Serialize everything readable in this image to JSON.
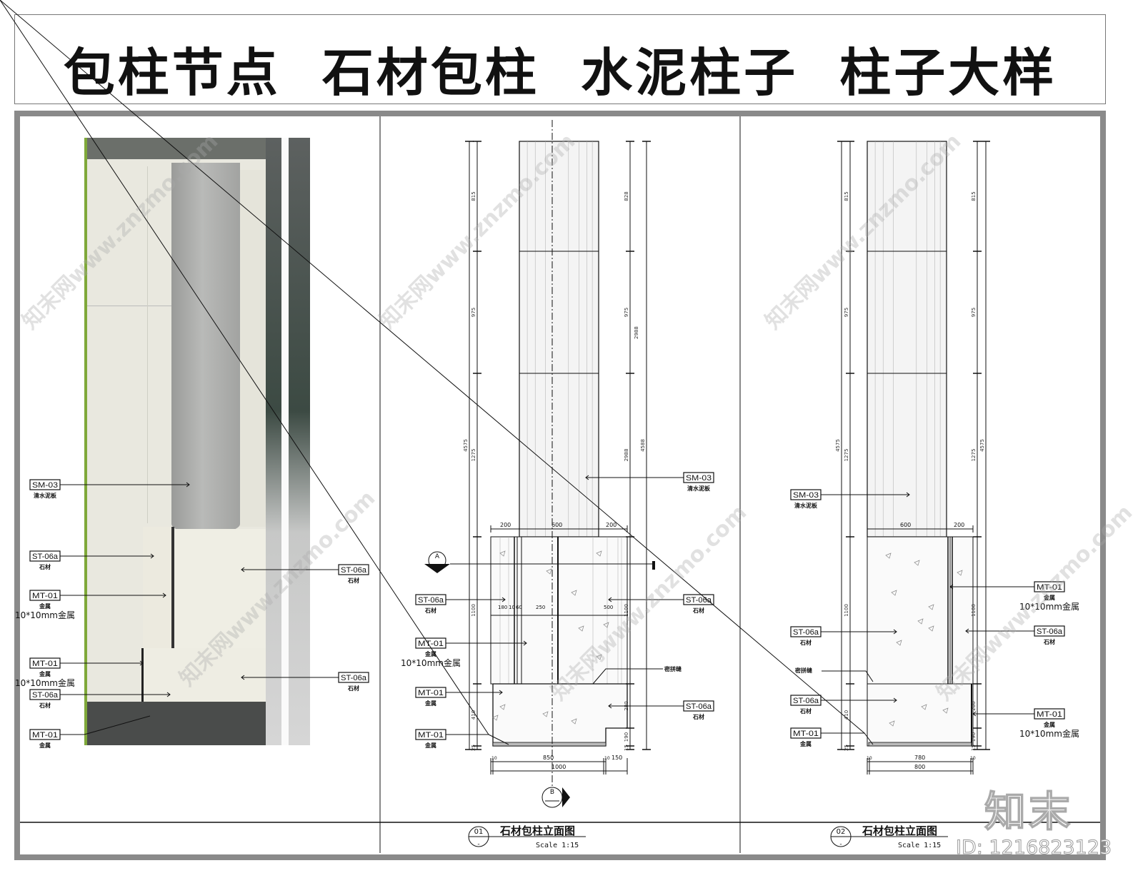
{
  "title": "包柱节点  石材包柱  水泥柱子  柱子大样",
  "note_10mm": "10*10mm金属",
  "joint_label": "密拼缝",
  "section_markers": {
    "a": "A",
    "b": "B",
    "sub": "-"
  },
  "render_callouts": [
    {
      "code": "SM-03",
      "sub": "清水泥板"
    },
    {
      "code": "ST-06a",
      "sub": "石材"
    },
    {
      "code": "MT-01",
      "sub": "金属",
      "note": "10*10mm金属"
    },
    {
      "code": "MT-01",
      "sub": "金属",
      "note": "10*10mm金属"
    },
    {
      "code": "ST-06a",
      "sub": "石材"
    },
    {
      "code": "MT-01",
      "sub": "金属"
    },
    {
      "code": "ST-06a",
      "sub": "石材"
    },
    {
      "code": "ST-06a",
      "sub": "石材"
    }
  ],
  "drawings": [
    {
      "number": "01",
      "title": "石材包柱立面图",
      "scale": "Scale 1:15",
      "callouts": [
        {
          "code": "SM-03",
          "sub": "清水泥板"
        },
        {
          "code": "ST-06a",
          "sub": "石材"
        },
        {
          "code": "MT-01",
          "sub": "金属",
          "note": "10*10mm金属"
        },
        {
          "code": "MT-01",
          "sub": "金属"
        },
        {
          "code": "MT-01",
          "sub": "金属"
        },
        {
          "code": "ST-06a",
          "sub": "石材"
        },
        {
          "code": "ST-06a",
          "sub": "石材"
        }
      ],
      "dims_left": [
        "815",
        "975",
        "1275",
        "4575",
        "1100",
        "410",
        "25"
      ],
      "dims_right": [
        "828",
        "975",
        "2988",
        "4588",
        "1100",
        "280",
        "190",
        "15"
      ],
      "dims_top": [
        "200",
        "600",
        "200"
      ],
      "dims_mid": [
        "180",
        "10",
        "60",
        "250",
        "500"
      ],
      "dims_bottom": [
        "10",
        "850",
        "10",
        "150",
        "1000"
      ]
    },
    {
      "number": "02",
      "title": "石材包柱立面图",
      "scale": "Scale 1:15",
      "callouts": [
        {
          "code": "SM-03",
          "sub": "清水泥板"
        },
        {
          "code": "ST-06a",
          "sub": "石材"
        },
        {
          "code": "ST-06a",
          "sub": "石材"
        },
        {
          "code": "MT-01",
          "sub": "金属"
        },
        {
          "code": "MT-01",
          "sub": "金属",
          "note": "10*10mm金属"
        },
        {
          "code": "ST-06a",
          "sub": "石材"
        },
        {
          "code": "MT-01",
          "sub": "金属",
          "note": "10*10mm金属"
        }
      ],
      "dims_left": [
        "815",
        "975",
        "1275",
        "4575",
        "1100",
        "410",
        "25"
      ],
      "dims_right": [
        "815",
        "975",
        "1275",
        "4575",
        "1100",
        "280",
        "190",
        "15"
      ],
      "dims_top": [
        "600",
        "200"
      ],
      "dims_bottom": [
        "10",
        "780",
        "10",
        "800"
      ]
    }
  ],
  "watermark": {
    "site": "知末网www.znzmo.com",
    "brand": "知末",
    "id": "ID: 1216823123"
  },
  "colors": {
    "line": "#111111",
    "frame": "#8a8a8a",
    "stone": "#e9e8df",
    "concrete": "#a9aaa8",
    "render_edge": "#7fa83a"
  }
}
